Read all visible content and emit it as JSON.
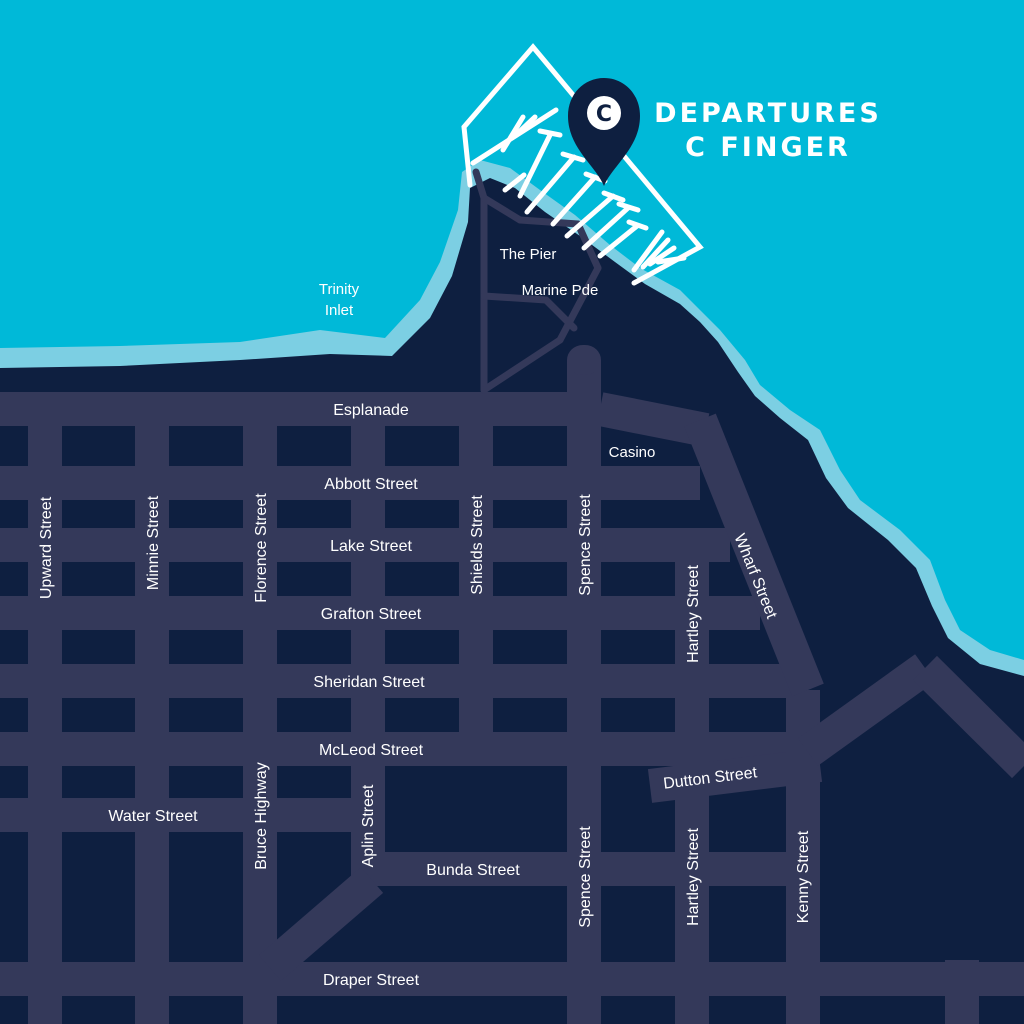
{
  "colors": {
    "water": "#00b9d8",
    "shore": "#7ccfe3",
    "land": "#0e1f40",
    "road": "#34395a",
    "jetty": "#ffffff"
  },
  "marker": {
    "letter": "C",
    "title_line1": "DEPARTURES",
    "title_line2": "C FINGER",
    "icon": "map-pin-icon"
  },
  "places": {
    "trinity_line1": "Trinity",
    "trinity_line2": "Inlet",
    "the_pier": "The Pier",
    "marine_pde": "Marine Pde",
    "casino": "Casino"
  },
  "streets": {
    "esplanade": "Esplanade",
    "abbott": "Abbott Street",
    "lake": "Lake Street",
    "grafton": "Grafton Street",
    "sheridan": "Sheridan Street",
    "mcleod": "McLeod Street",
    "water": "Water Street",
    "bunda": "Bunda Street",
    "draper": "Draper Street",
    "dutton": "Dutton Street",
    "upward": "Upward Street",
    "minnie": "Minnie Street",
    "florence": "Florence Street",
    "shields": "Shields Street",
    "spence_north": "Spence Street",
    "spence_south": "Spence Street",
    "hartley_north": "Hartley Street",
    "hartley_south": "Hartley Street",
    "wharf": "Wharf Street",
    "bruce": "Bruce Highway",
    "aplin": "Aplin Street",
    "kenny": "Kenny Street"
  }
}
